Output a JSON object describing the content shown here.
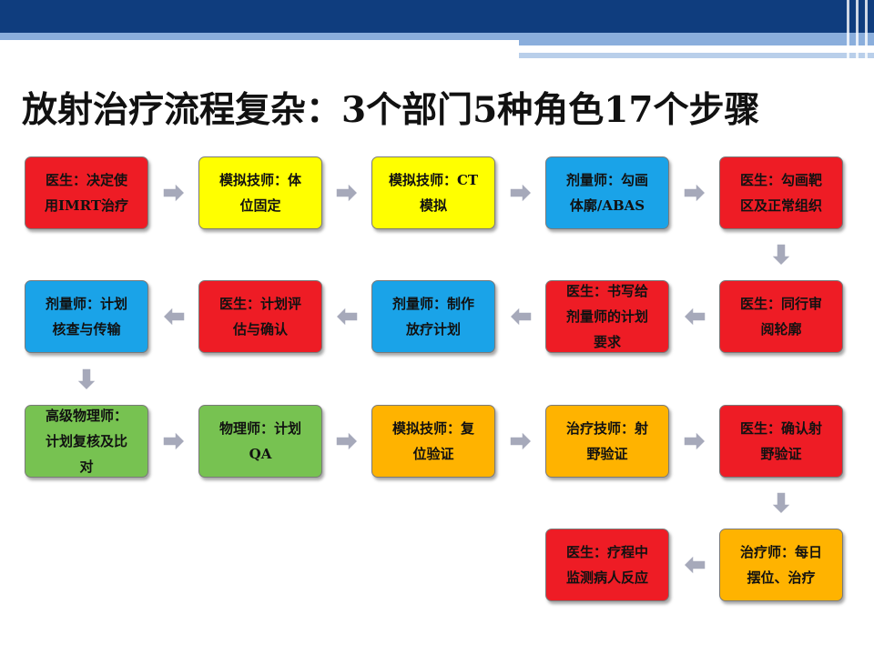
{
  "title": "放射治疗流程复杂：3个部门5种角色17个步骤",
  "colors": {
    "red": "#ee1c25",
    "yellow": "#ffff00",
    "blue": "#1aa3e8",
    "green": "#77c251",
    "orange": "#ffb300",
    "arrow": "#a6a9ba",
    "header_dark": "#0f3d7e",
    "header_light": "#8aaedc"
  },
  "steps": [
    {
      "id": 1,
      "text": "医生：决定使\n用IMRT治疗",
      "color": "red"
    },
    {
      "id": 2,
      "text": "模拟技师：体\n位固定",
      "color": "yellow"
    },
    {
      "id": 3,
      "text": "模拟技师：CT\n模拟",
      "color": "yellow"
    },
    {
      "id": 4,
      "text": "剂量师：勾画\n体廓/ABAS",
      "color": "blue"
    },
    {
      "id": 5,
      "text": "医生：勾画靶\n区及正常组织",
      "color": "red"
    },
    {
      "id": 6,
      "text": "医生：同行审\n阅轮廓",
      "color": "red"
    },
    {
      "id": 7,
      "text": "医生：书写给\n剂量师的计划\n要求",
      "color": "red"
    },
    {
      "id": 8,
      "text": "剂量师：制作\n放疗计划",
      "color": "blue"
    },
    {
      "id": 9,
      "text": "医生：计划评\n估与确认",
      "color": "red"
    },
    {
      "id": 10,
      "text": "剂量师：计划\n核查与传输",
      "color": "blue"
    },
    {
      "id": 11,
      "text": "高级物理师：\n计划复核及比\n对",
      "color": "green"
    },
    {
      "id": 12,
      "text": "物理师：计划\nQA",
      "color": "green"
    },
    {
      "id": 13,
      "text": "模拟技师：复\n位验证",
      "color": "orange"
    },
    {
      "id": 14,
      "text": "治疗技师：射\n野验证",
      "color": "orange"
    },
    {
      "id": 15,
      "text": "医生：确认射\n野验证",
      "color": "red"
    },
    {
      "id": 16,
      "text": "治疗师：每日\n摆位、治疗",
      "color": "orange"
    },
    {
      "id": 17,
      "text": "医生：疗程中\n监测病人反应",
      "color": "red"
    }
  ],
  "arrows": [
    {
      "from": 1,
      "to": 2,
      "dir": "right"
    },
    {
      "from": 2,
      "to": 3,
      "dir": "right"
    },
    {
      "from": 3,
      "to": 4,
      "dir": "right"
    },
    {
      "from": 4,
      "to": 5,
      "dir": "right"
    },
    {
      "from": 5,
      "to": 6,
      "dir": "down"
    },
    {
      "from": 6,
      "to": 7,
      "dir": "left"
    },
    {
      "from": 7,
      "to": 8,
      "dir": "left"
    },
    {
      "from": 8,
      "to": 9,
      "dir": "left"
    },
    {
      "from": 9,
      "to": 10,
      "dir": "left"
    },
    {
      "from": 10,
      "to": 11,
      "dir": "down"
    },
    {
      "from": 11,
      "to": 12,
      "dir": "right"
    },
    {
      "from": 12,
      "to": 13,
      "dir": "right"
    },
    {
      "from": 13,
      "to": 14,
      "dir": "right"
    },
    {
      "from": 14,
      "to": 15,
      "dir": "right"
    },
    {
      "from": 15,
      "to": 16,
      "dir": "down"
    },
    {
      "from": 16,
      "to": 17,
      "dir": "left"
    }
  ]
}
